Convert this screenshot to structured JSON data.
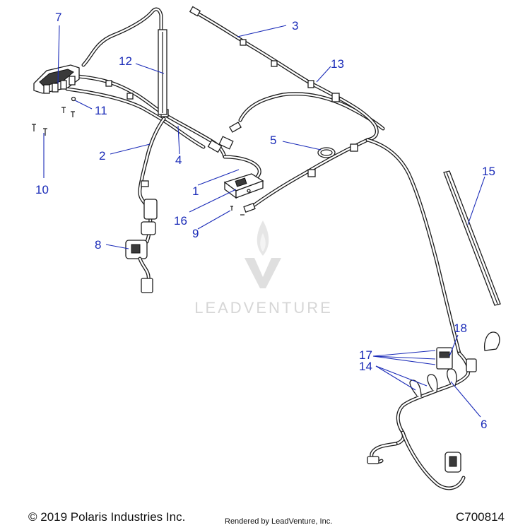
{
  "footer": {
    "copyright": "© 2019 Polaris Industries Inc.",
    "rendered_by": "Rendered by LeadVenture, Inc.",
    "diagram_code": "C700814"
  },
  "watermark": {
    "text": "LEADVENTURE",
    "icon": "flame-v-logo-icon"
  },
  "callouts": [
    "7",
    "12",
    "3",
    "13",
    "11",
    "2",
    "4",
    "5",
    "15",
    "1",
    "10",
    "16",
    "9",
    "8",
    "18",
    "17",
    "14",
    "6"
  ],
  "colors": {
    "callout": "#1a2bb8",
    "line_art": "#1c1c1c",
    "watermark": "#d6d6d6"
  }
}
